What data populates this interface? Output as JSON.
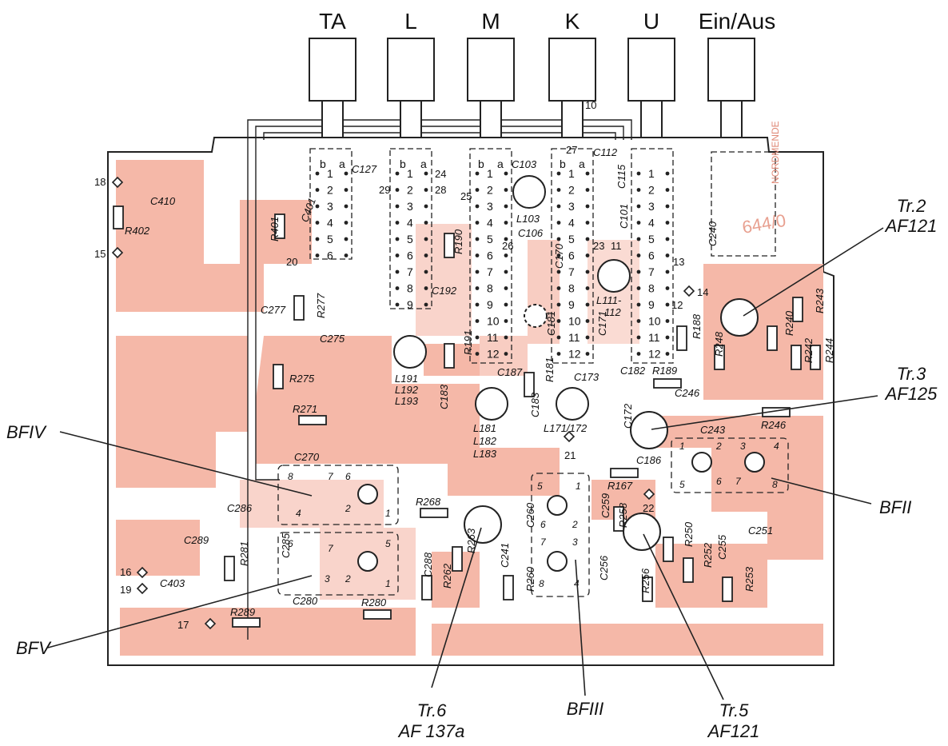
{
  "top_buttons": [
    "TA",
    "L",
    "M",
    "K",
    "U",
    "Ein/Aus"
  ],
  "transistors": [
    {
      "name": "Tr.2",
      "type": "AF121"
    },
    {
      "name": "Tr.3",
      "type": "AF125"
    },
    {
      "name": "Tr.6",
      "type": "AF 137a"
    },
    {
      "name": "Tr.5",
      "type": "AF121"
    }
  ],
  "bandfilters": [
    "BFIV",
    "BFV",
    "BFII",
    "BFIII"
  ],
  "maker_mark": "NORDMENDE",
  "board_number": "644/0",
  "small_labels": {
    "c410": "C410",
    "r402": "R402",
    "r401": "R401",
    "c401": "C401",
    "c127": "C127",
    "r190": "R190",
    "c192": "C192",
    "c103": "C103",
    "l103": "L103",
    "c106": "C106",
    "c170": "C170",
    "c112": "C112",
    "c115": "C115",
    "c101": "C101",
    "l111": "L111-",
    "l112": "112",
    "c240": "C240",
    "c277": "C277",
    "r277": "R277",
    "c275": "C275",
    "r275": "R275",
    "r271": "R271",
    "c270": "C270",
    "l191": "L191",
    "l192": "L192",
    "l193": "L193",
    "r191": "R191",
    "c183": "C183",
    "c187": "C187",
    "r181": "R181",
    "l181": "L181",
    "l182": "L182",
    "l183": "L183",
    "c181": "C181",
    "c171": "C171",
    "c173": "C173",
    "c182": "C182",
    "r189": "R189",
    "r188": "R188",
    "r248": "R248",
    "l171": "L171/172",
    "c172": "C172",
    "c246": "C246",
    "c243": "C243",
    "r246": "R246",
    "r243": "R243",
    "r240": "R240",
    "r242": "R242",
    "r244": "R244",
    "c186": "C186",
    "r167": "R167",
    "c251": "C251",
    "c286": "C286",
    "r268": "R268",
    "c260": "C260",
    "c259": "C259",
    "r258": "R258",
    "c289": "C289",
    "c285": "C285",
    "r281": "R281",
    "c288": "C288",
    "r263": "R263",
    "r262": "R262",
    "c241": "C241",
    "r260": "R260",
    "c256": "C256",
    "r256": "R256",
    "r250": "R250",
    "r252": "R252",
    "c255": "C255",
    "r253": "R253",
    "c403": "C403",
    "c280": "C280",
    "r280": "R280",
    "r289": "R289"
  },
  "terminals": [
    "18",
    "15",
    "20",
    "29",
    "28",
    "24",
    "25",
    "26",
    "27",
    "10",
    "23",
    "11",
    "13",
    "14",
    "12",
    "21",
    "22",
    "16",
    "19",
    "17"
  ],
  "switch_rows": [
    "1",
    "2",
    "3",
    "4",
    "5",
    "6",
    "7",
    "8",
    "9",
    "10",
    "11",
    "12"
  ],
  "switch_heads": {
    "b": "b",
    "a": "a"
  },
  "filter_pins": [
    "1",
    "2",
    "3",
    "4",
    "5",
    "6",
    "7",
    "8"
  ]
}
